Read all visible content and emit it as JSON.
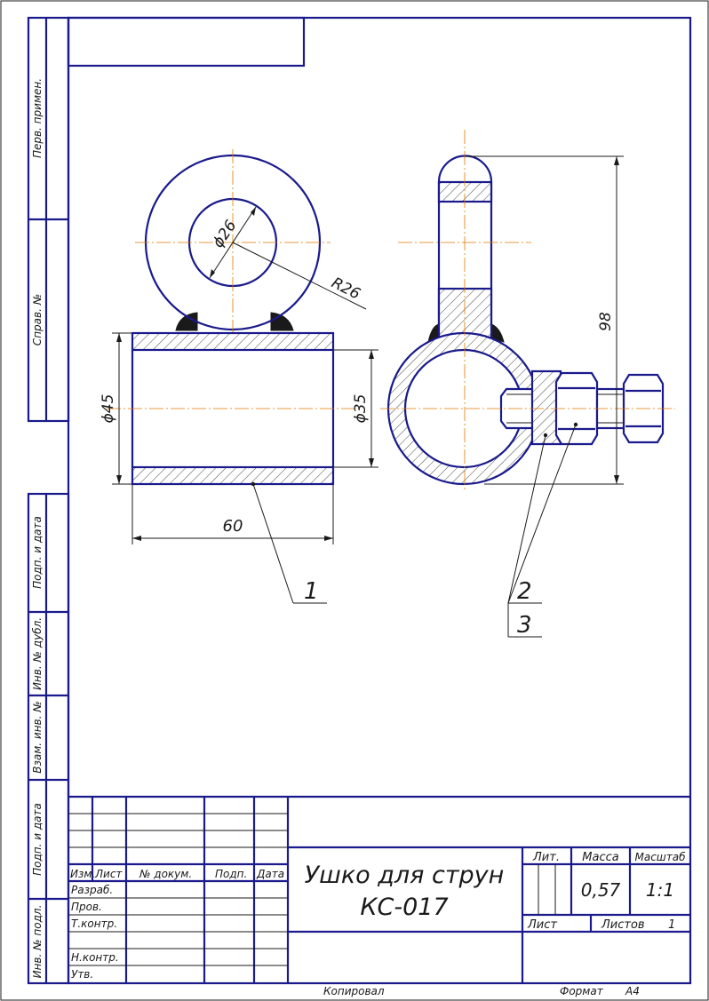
{
  "frame": {
    "side_labels": [
      "Перв. примен.",
      "Справ. №",
      "Подп. и дата",
      "Инв. № дубл.",
      "Взам. инв. №",
      "Подп. и дата",
      "Инв. № подл."
    ]
  },
  "dimensions": {
    "d26": "ϕ26",
    "r26": "R26",
    "d45": "ϕ45",
    "d35": "ϕ35",
    "len60": "60",
    "h98": "98"
  },
  "callouts": {
    "pos1": "1",
    "pos2": "2",
    "pos3": "3"
  },
  "title_block": {
    "col_izm": "Изм.",
    "col_list": "Лист",
    "col_docnum": "№ докум.",
    "col_podp": "Подп.",
    "col_data": "Дата",
    "row_razrab": "Разраб.",
    "row_prov": "Пров.",
    "row_tkontr": "Т.контр.",
    "row_nkontr": "Н.контр.",
    "row_utv": "Утв.",
    "title_line1": "Ушко для струн",
    "title_line2": "КС-017",
    "hdr_lit": "Лит.",
    "hdr_massa": "Масса",
    "hdr_masshtab": "Масштаб",
    "massa": "0,57",
    "masshtab": "1:1",
    "list": "Лист",
    "listov": "Листов",
    "listov_value": "1"
  },
  "footer": {
    "kopiroval": "Копировал",
    "format_label": "Формат",
    "format_value": "А4"
  }
}
